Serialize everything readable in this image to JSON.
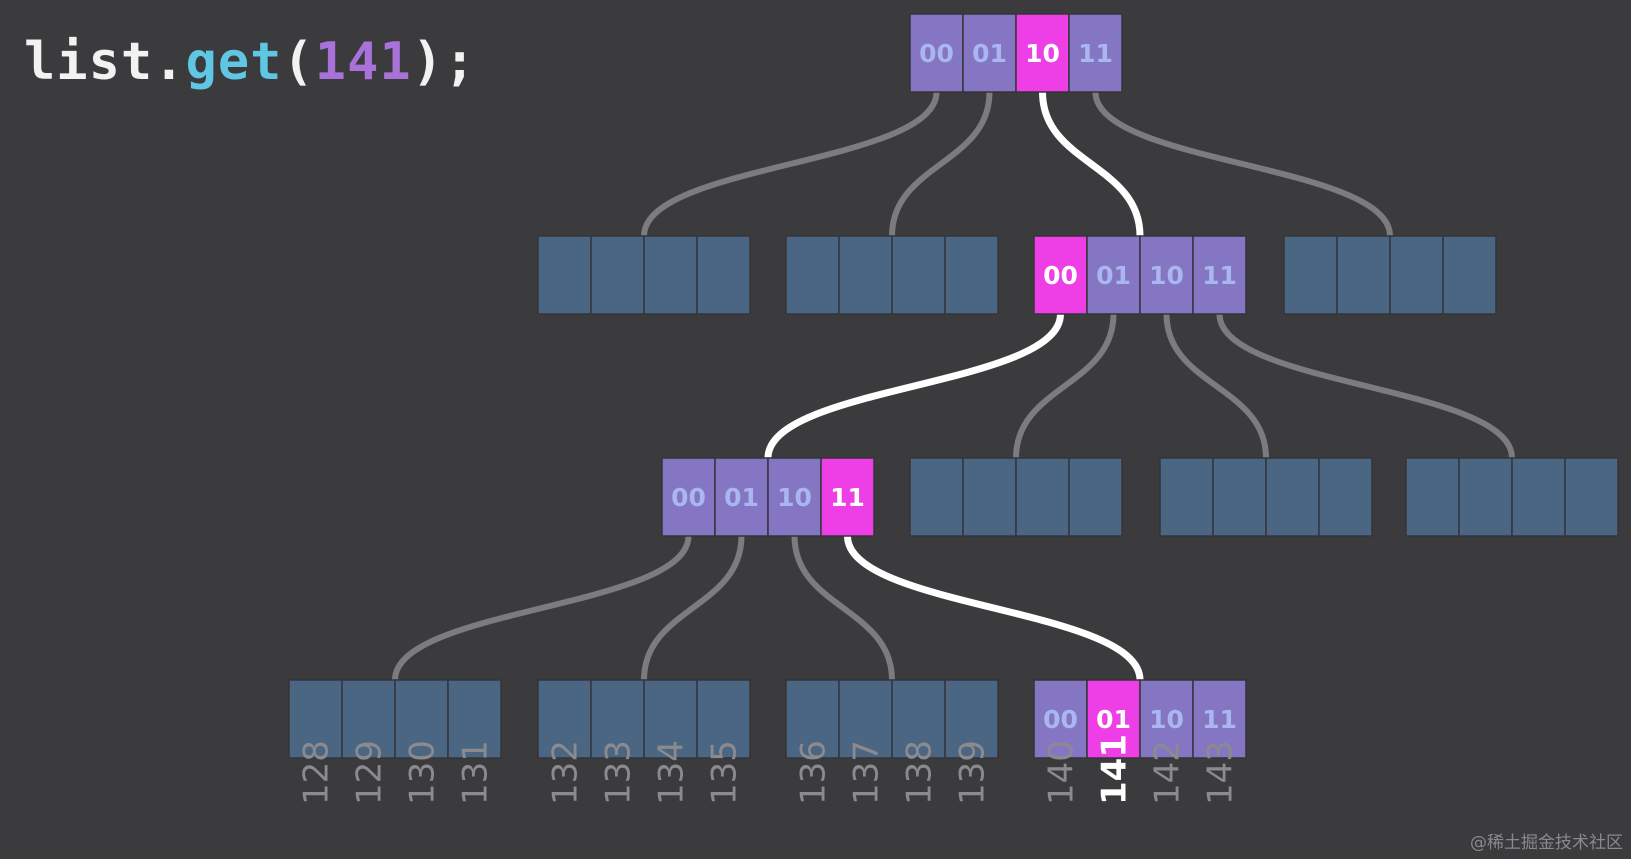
{
  "code": {
    "object": "list",
    "dot": ".",
    "method": "get",
    "open_paren": "(",
    "argument": "141",
    "close": ");",
    "colors": {
      "plain": "#f2f2f2",
      "method": "#5fc6e4",
      "argument": "#a872d8"
    }
  },
  "colors": {
    "background": "#3b3a3c",
    "node_empty": "#4b6682",
    "node_active": "#8576c4",
    "cell_selected": "#ee3ee6",
    "cell_text": "#a9b6f0",
    "cell_text_selected": "#ffffff",
    "edge_inactive": "#7c7c80",
    "edge_active": "#ffffff",
    "leaf_label": "#8b8b8f",
    "leaf_label_selected": "#ffffff"
  },
  "slot_labels": [
    "00",
    "01",
    "10",
    "11"
  ],
  "tree": {
    "levels": [
      {
        "nodes": [
          {
            "active": true,
            "selected_slot": 2
          }
        ]
      },
      {
        "nodes": [
          {
            "active": false
          },
          {
            "active": false
          },
          {
            "active": true,
            "selected_slot": 0
          },
          {
            "active": false
          }
        ]
      },
      {
        "nodes": [
          {
            "active": true,
            "selected_slot": 3
          },
          {
            "active": false
          },
          {
            "active": false
          },
          {
            "active": false
          }
        ]
      },
      {
        "nodes": [
          {
            "active": false
          },
          {
            "active": false
          },
          {
            "active": false
          },
          {
            "active": true,
            "selected_slot": 1
          }
        ]
      }
    ],
    "leaf_indices": [
      "128",
      "129",
      "130",
      "131",
      "132",
      "133",
      "134",
      "135",
      "136",
      "137",
      "138",
      "139",
      "140",
      "141",
      "142",
      "143"
    ],
    "selected_leaf": "141"
  },
  "watermark": "@稀土掘金技术社区"
}
